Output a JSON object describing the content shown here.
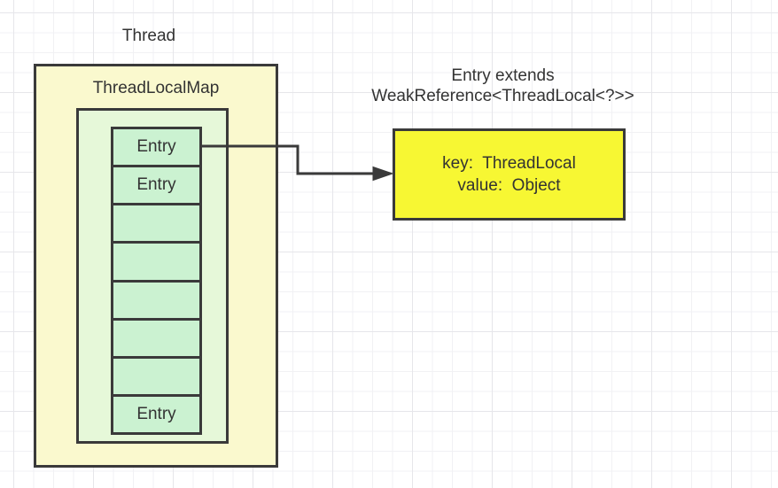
{
  "diagram": {
    "thread_label": "Thread",
    "map_title": "ThreadLocalMap",
    "cells": [
      {
        "label": "Entry"
      },
      {
        "label": "Entry"
      },
      {
        "label": ""
      },
      {
        "label": ""
      },
      {
        "label": ""
      },
      {
        "label": ""
      },
      {
        "label": ""
      },
      {
        "label": "Entry"
      }
    ],
    "annotation": {
      "line1": "Entry extends",
      "line2": "WeakReference<ThreadLocal<?>>"
    },
    "detail": {
      "line1": "key:  ThreadLocal",
      "line2": "value:  Object"
    },
    "colors": {
      "thread_box_fill": "#faf9ce",
      "map_box_fill": "#e6f8d9",
      "entry_cell_fill": "#cbf2d1",
      "detail_box_fill": "#f7f733",
      "stroke": "#3a3a3a",
      "text": "#333333",
      "grid_minor": "#f1f1f4",
      "grid_major": "#e6e6ea",
      "background": "#ffffff"
    }
  }
}
